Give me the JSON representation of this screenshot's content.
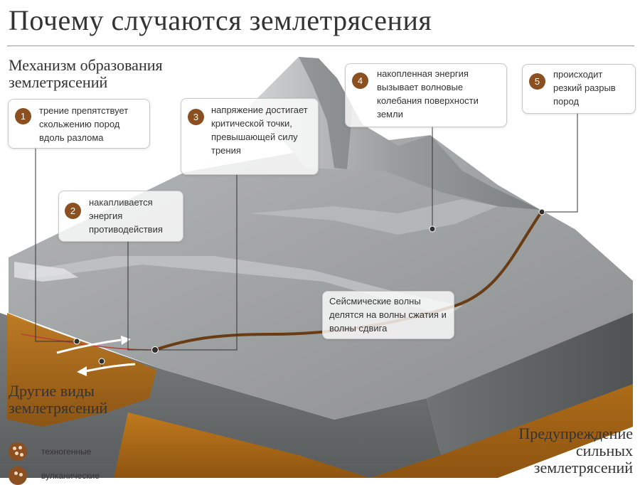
{
  "title": "Почему случаются землетрясения",
  "subtitle": "Механизм образования землетрясений",
  "callouts": [
    {
      "num": "1",
      "text": "трение препятствует скольжению пород вдоль разлома"
    },
    {
      "num": "2",
      "text": "накапливается энергия противодействия"
    },
    {
      "num": "3",
      "text": "напряжение достигает критической точки, превышающей силу трения"
    },
    {
      "num": "4",
      "text": "накопленная энергия вызывает волновые колебания поверхности земли"
    },
    {
      "num": "5",
      "text": "происходит резкий разрыв пород"
    }
  ],
  "waves_note": "Сейсмические волны делятся на волны сжатия и волны сдвига",
  "other_types": {
    "heading": "Другие виды землетрясений",
    "items": [
      {
        "label": "техногенные",
        "icon": "techno-icon"
      },
      {
        "label": "вулканические",
        "icon": "volcano-icon"
      }
    ]
  },
  "warning_heading": "Предупреждение сильных землетрясений",
  "colors": {
    "accent_brown": "#8c4f1f",
    "rock_gray": "#8f9293",
    "earth_orange": "#b8741c",
    "arrow_red": "#c0392b"
  }
}
